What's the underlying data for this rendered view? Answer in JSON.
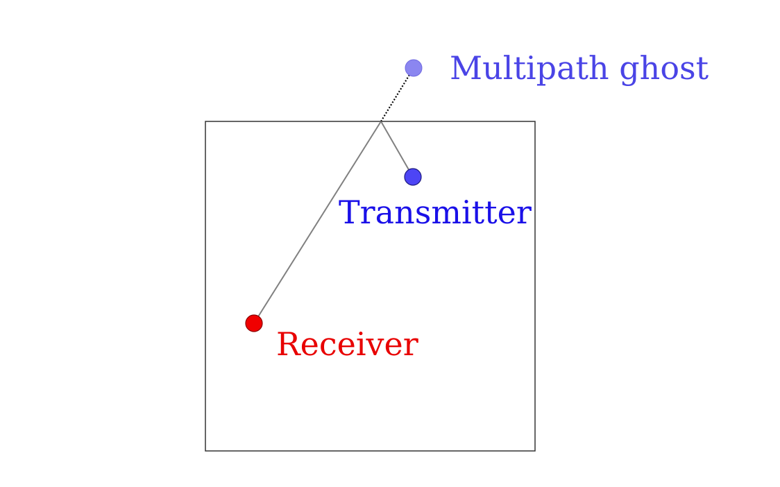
{
  "labels": {
    "ghost": "Multipath ghost",
    "transmitter": "Transmitter",
    "receiver": "Receiver"
  },
  "colors": {
    "ghost_fill": "#8b86f0",
    "ghost_stroke": "#6f69e0",
    "ghost_text": "#4a44e6",
    "transmitter_fill": "#4d45f5",
    "transmitter_stroke": "#1e1a80",
    "transmitter_text": "#1a10e8",
    "receiver_fill": "#f00000",
    "receiver_stroke": "#8a0000",
    "receiver_text": "#e80000",
    "room_stroke": "#333333",
    "path_stroke": "#808080",
    "virtual_path_stroke": "#000000"
  }
}
